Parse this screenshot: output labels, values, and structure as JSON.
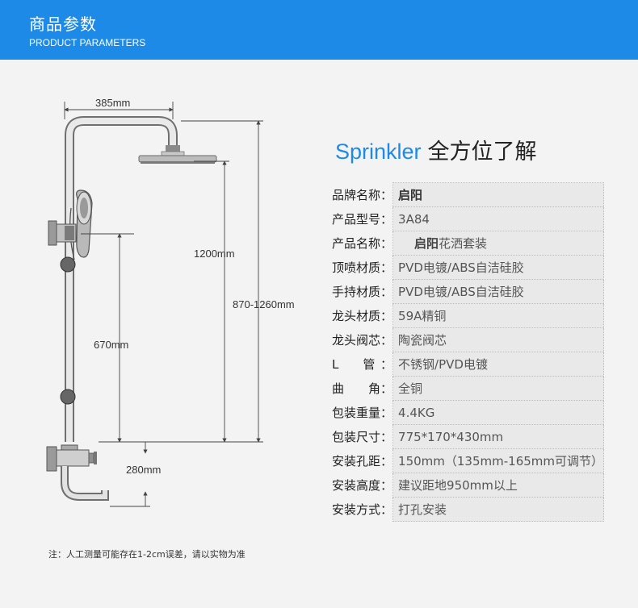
{
  "header": {
    "title_cn": "商品参数",
    "title_en": "PRODUCT PARAMETERS"
  },
  "diagram": {
    "width_label": "385mm",
    "height_1200": "1200mm",
    "height_range": "870-1260mm",
    "height_670": "670mm",
    "spacing_280": "280mm"
  },
  "title": {
    "en": "Sprinkler",
    "cn": "全方位了解"
  },
  "specs": [
    {
      "key": "品牌名称",
      "value": "启阳"
    },
    {
      "key": "产品型号",
      "value": "3A84"
    },
    {
      "key": "产品名称",
      "brand": "启阳",
      "value": "花洒套装"
    },
    {
      "key": "顶喷材质",
      "value": "PVD电镀/ABS自洁硅胶"
    },
    {
      "key": "手持材质",
      "value": "PVD电镀/ABS自洁硅胶"
    },
    {
      "key": "龙头材质",
      "value": "59A精铜"
    },
    {
      "key": "龙头阀芯",
      "value": "陶瓷阀芯"
    },
    {
      "key": "L　　管",
      "value": "不锈钢/PVD电镀"
    },
    {
      "key": "曲　　角",
      "value": "全铜"
    },
    {
      "key": "包装重量",
      "value": "4.4KG"
    },
    {
      "key": "包装尺寸",
      "value": "775*170*430mm"
    },
    {
      "key": "安装孔距",
      "value": "150mm（135mm-165mm可调节）"
    },
    {
      "key": "安装高度",
      "value": "建议距地950mm以上"
    },
    {
      "key": "安装方式",
      "value": "打孔安装"
    }
  ],
  "separator": "：",
  "note": "注：人工测量可能存在1-2cm误差，请以实物为准",
  "colors": {
    "header_bg": "#1e8ae8",
    "accent_blue": "#1e8ae8",
    "page_bg": "#f3f3f3",
    "row_bg": "#e9e9e9"
  }
}
